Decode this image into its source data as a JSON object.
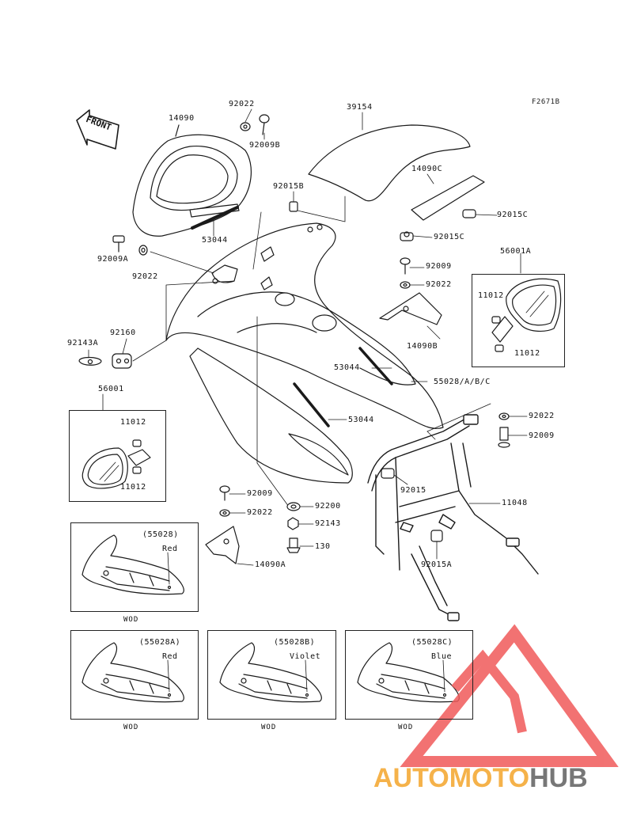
{
  "figure_id": "F2671B",
  "front_label": "FRONT",
  "labels": {
    "p14090": "14090",
    "p92022_top": "92022",
    "p92009B": "92009B",
    "p39154": "39154",
    "p92015B": "92015B",
    "p14090C": "14090C",
    "p92015C_a": "92015C",
    "p92015C_b": "92015C",
    "p53044_a": "53044",
    "p92009A": "92009A",
    "p92022_a": "92022",
    "p92009_a": "92009",
    "p92022_b": "92022",
    "p56001A": "56001A",
    "p11012_a": "11012",
    "p11012_b": "11012",
    "p14090B": "14090B",
    "p92143A": "92143A",
    "p92160": "92160",
    "p53044_b": "53044",
    "p55028ABC": "55028/A/B/C",
    "p56001": "56001",
    "p53044_c": "53044",
    "p11012_c": "11012",
    "p11012_d": "11012",
    "p92022_c": "92022",
    "p92009_b": "92009",
    "p92015": "92015",
    "p11048": "11048",
    "p92009_c": "92009",
    "p92200": "92200",
    "p92022_d": "92022",
    "p92143": "92143",
    "p130": "130",
    "p14090A": "14090A",
    "p92015A": "92015A"
  },
  "variants": [
    {
      "code": "(55028)",
      "color": "Red",
      "region": "WOD"
    },
    {
      "code": "(55028A)",
      "color": "Red",
      "region": "WOD"
    },
    {
      "code": "(55028B)",
      "color": "Violet",
      "region": "WOD"
    },
    {
      "code": "(55028C)",
      "color": "Blue",
      "region": "WOD"
    }
  ],
  "watermark": {
    "part1": "AUTOMOTO",
    "part2": "HUB"
  },
  "colors": {
    "line": "#1a1a1a",
    "watermark_orange": "#f5b24a",
    "watermark_red": "#f05a5a",
    "watermark_gray": "#777777"
  }
}
